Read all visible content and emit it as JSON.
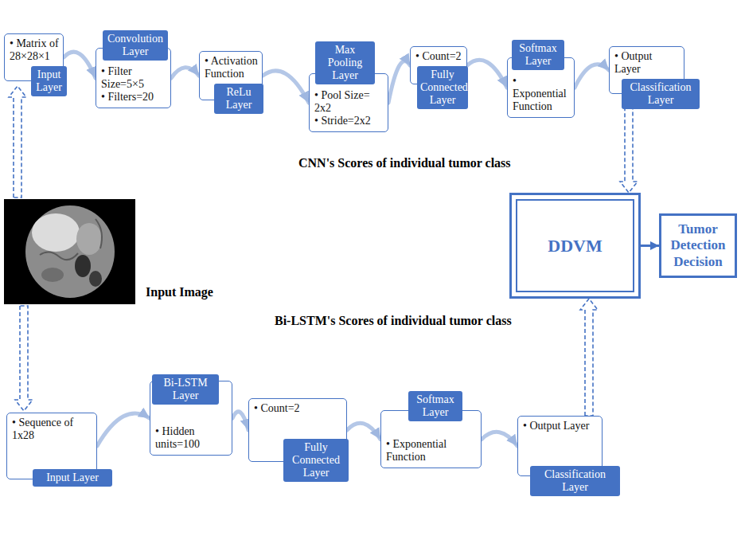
{
  "diagram": {
    "nodes": [
      {
        "text": [
          "• Matrix of 28×28×1"
        ]
      },
      {
        "text": [
          "Input Layer"
        ],
        "in": 0
      },
      {
        "text": [
          "• Filter Size=5×5",
          "• Filters=20"
        ]
      },
      {
        "text": [
          "Convolution Layer"
        ],
        "in": 2
      },
      {
        "text": [
          "• Activation Function"
        ]
      },
      {
        "text": [
          "ReLu Layer"
        ],
        "in": 4
      },
      {
        "text": [
          "• Pool Size= 2x2",
          "• Stride=2x2"
        ]
      },
      {
        "text": [
          "Max Pooling Layer"
        ],
        "in": 6
      },
      {
        "text": [
          "• Count=2"
        ]
      },
      {
        "text": [
          "Fully Connected Layer"
        ],
        "in": 8
      },
      {
        "text": [
          "• Exponential Function"
        ]
      },
      {
        "text": [
          "Softmax Layer"
        ],
        "in": 10
      },
      {
        "text": [
          "• Output Layer"
        ]
      },
      {
        "text": [
          "Classification Layer"
        ],
        "in": 12
      },
      {
        "text": [
          "DDVM"
        ]
      },
      {
        "text": [
          "Tumor Detection Decision"
        ]
      },
      {
        "text": [
          "• Sequence of 1x28"
        ]
      },
      {
        "text": [
          "Input Layer"
        ],
        "in": 16
      },
      {
        "text": [
          "• Hidden units=100"
        ]
      },
      {
        "text": [
          "Bi-LSTM Layer"
        ],
        "in": 18
      },
      {
        "text": [
          "• Count=2"
        ]
      },
      {
        "text": [
          "Fully Connected Layer"
        ],
        "in": 20
      },
      {
        "text": [
          "• Exponential Function"
        ]
      },
      {
        "text": [
          "Softmax Layer"
        ],
        "in": 22
      },
      {
        "text": [
          "• Output Layer"
        ]
      },
      {
        "text": [
          "Classification Layer"
        ],
        "in": 24
      }
    ],
    "edges": [
      {
        "from": 0,
        "to": 2,
        "arrow": "to"
      },
      {
        "from": 2,
        "to": 4,
        "arrow": "to"
      },
      {
        "from": 4,
        "to": 6,
        "arrow": "to"
      },
      {
        "from": 6,
        "to": 8,
        "arrow": "to"
      },
      {
        "from": 8,
        "to": 10,
        "arrow": "to"
      },
      {
        "from": 10,
        "to": 12,
        "arrow": "to"
      },
      {
        "from": 12,
        "to": 14,
        "arrow": "to",
        "label": "CNN's Scores of individual tumor class"
      },
      {
        "from": 14,
        "to": 15,
        "arrow": "to"
      },
      {
        "from": 16,
        "to": 18,
        "arrow": "to"
      },
      {
        "from": 18,
        "to": 20,
        "arrow": "to"
      },
      {
        "from": 20,
        "to": 22,
        "arrow": "to"
      },
      {
        "from": 22,
        "to": 24,
        "arrow": "to"
      },
      {
        "from": 24,
        "to": 14,
        "arrow": "to",
        "label": "Bi-LSTM's Scores of individual tumor class"
      }
    ],
    "labels": [
      "Input Image"
    ]
  }
}
